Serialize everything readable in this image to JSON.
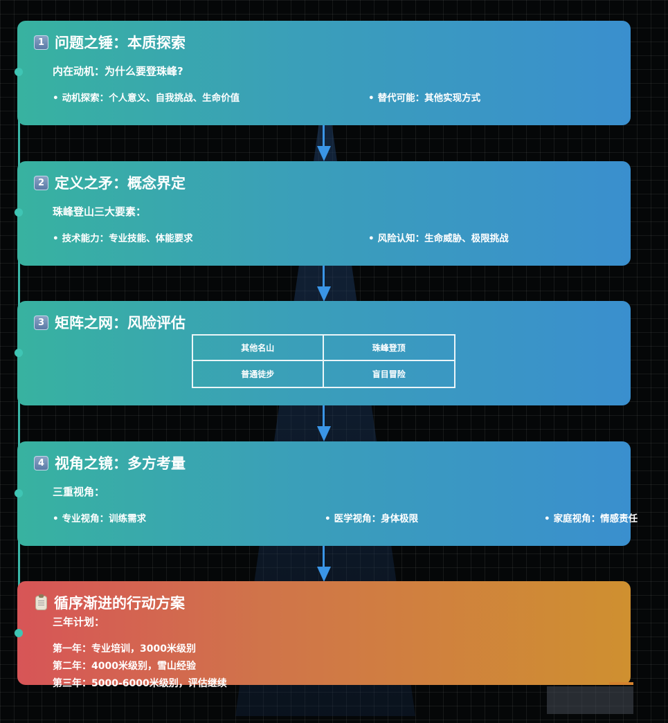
{
  "cards": [
    {
      "badge": "1",
      "title": "问题之锤：本质探索",
      "subtitle": "内在动机：为什么要登珠峰?",
      "bullets": [
        "动机探索：个人意义、自我挑战、生命价值",
        "替代可能：其他实现方式"
      ]
    },
    {
      "badge": "2",
      "title": "定义之矛：概念界定",
      "subtitle": "珠峰登山三大要素：",
      "bullets": [
        "技术能力：专业技能、体能要求",
        "风险认知：生命威胁、极限挑战"
      ]
    },
    {
      "badge": "3",
      "title": "矩阵之网：风险评估",
      "matrix": [
        "其他名山",
        "珠峰登顶",
        "普通徒步",
        "盲目冒险"
      ]
    },
    {
      "badge": "4",
      "title": "视角之镜：多方考量",
      "subtitle": "三重视角：",
      "bullets": [
        "专业视角：训练需求",
        "医学视角：身体极限",
        "家庭视角：情感责任"
      ]
    }
  ],
  "plan": {
    "icon": "clipboard-icon",
    "title": "循序渐进的行动方案",
    "subtitle": "三年计划：",
    "lines": [
      "第一年：专业培训，3000米级别",
      "第二年：4000米级别，雪山经验",
      "第三年：5000-6000米级别，评估继续"
    ]
  },
  "bullet_char": "•",
  "colors": {
    "card_gradient_start": "#38b2a0",
    "card_gradient_end": "#3a8fce",
    "plan_gradient_start": "#d75557",
    "plan_gradient_end": "#cf9030",
    "arrow": "#3a95e6",
    "timeline": "#3ab7a8"
  }
}
